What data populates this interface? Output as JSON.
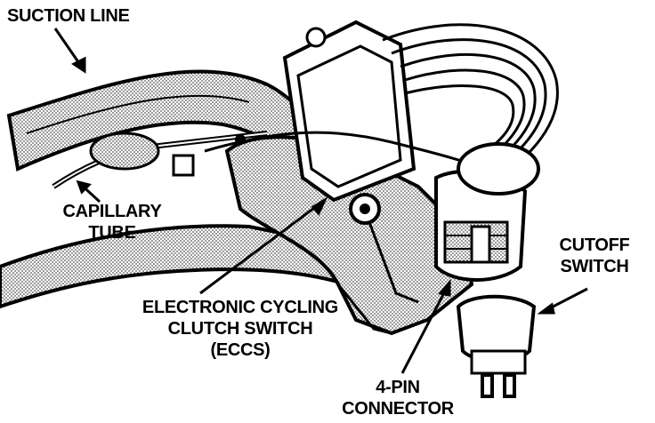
{
  "labels": {
    "suction_line": "SUCTION LINE",
    "capillary_tube": [
      "CAPILLARY",
      "TUBE"
    ],
    "eccs": [
      "ELECTRONIC CYCLING",
      "CLUTCH SWITCH",
      "(ECCS)"
    ],
    "four_pin_connector": [
      "4-PIN",
      "CONNECTOR"
    ],
    "cutoff_switch": [
      "CUTOFF",
      "SWITCH"
    ]
  },
  "colors": {
    "ink": "#000000",
    "paper": "#ffffff",
    "shade": "#8a8a8a",
    "light_shade": "#c8c8c8"
  }
}
